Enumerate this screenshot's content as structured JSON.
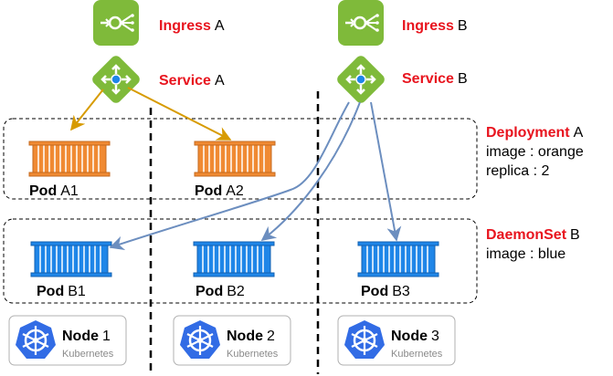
{
  "ingress_a": {
    "kind": "Ingress",
    "name": "A"
  },
  "service_a": {
    "kind": "Service",
    "name": "A"
  },
  "ingress_b": {
    "kind": "Ingress",
    "name": "B"
  },
  "service_b": {
    "kind": "Service",
    "name": "B"
  },
  "deployment": {
    "kind": "Deployment",
    "name": "A",
    "image_line": "image : orange",
    "replica_line": "replica : 2"
  },
  "daemonset": {
    "kind": "DaemonSet",
    "name": "B",
    "image_line": "image : blue"
  },
  "pods": {
    "a1": {
      "kind": "Pod",
      "name": "A1"
    },
    "a2": {
      "kind": "Pod",
      "name": "A2"
    },
    "b1": {
      "kind": "Pod",
      "name": "B1"
    },
    "b2": {
      "kind": "Pod",
      "name": "B2"
    },
    "b3": {
      "kind": "Pod",
      "name": "B3"
    }
  },
  "nodes": {
    "n1": {
      "kind": "Node",
      "name": "1",
      "sub": "Kubernetes"
    },
    "n2": {
      "kind": "Node",
      "name": "2",
      "sub": "Kubernetes"
    },
    "n3": {
      "kind": "Node",
      "name": "3",
      "sub": "Kubernetes"
    }
  },
  "colors": {
    "red": "#e8141e",
    "green": "#7fba3a",
    "orange": "#f08a33",
    "blue": "#1f86e8",
    "arrow_orange": "#d79b00",
    "arrow_blue": "#6c8ebf",
    "k8s_blue": "#326ce5"
  },
  "icons": {
    "ingress": "ingress-icon",
    "service": "service-icon",
    "pod": "container-icon",
    "node": "kubernetes-helm-icon"
  }
}
